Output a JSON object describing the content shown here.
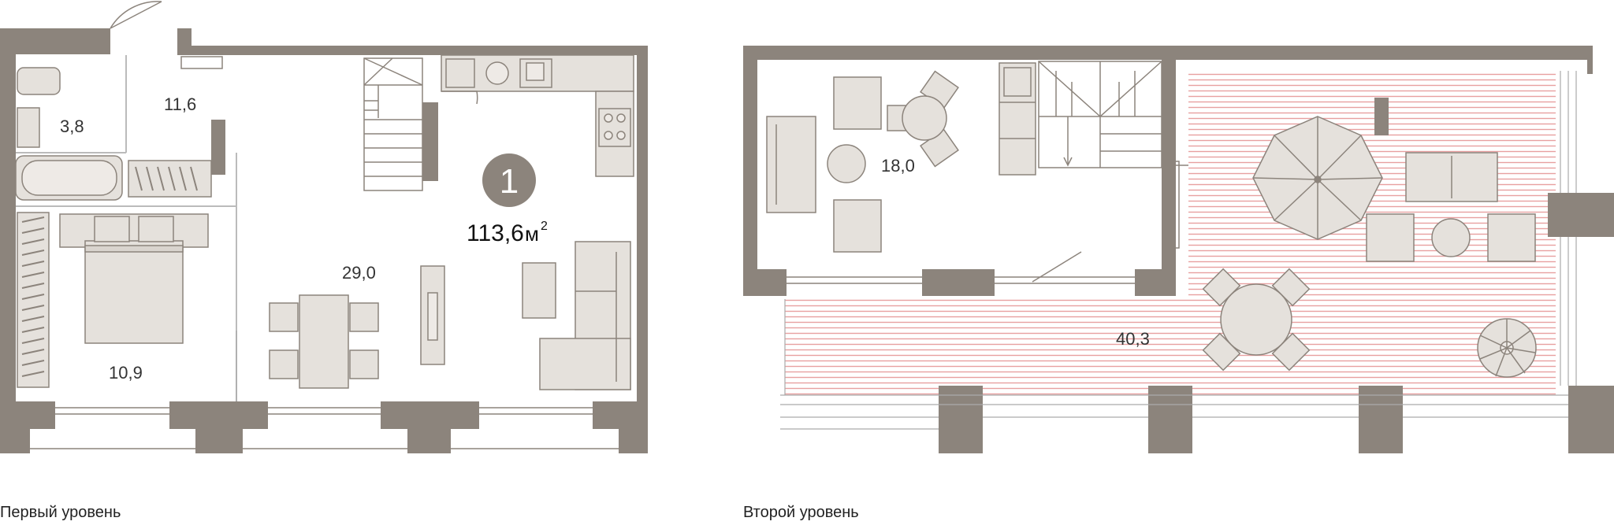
{
  "colors": {
    "wall": "#8c847c",
    "furniture_fill": "#e5e1dc",
    "furniture_stroke": "#8c847c",
    "terrace_stripe": "#e8a0a0",
    "badge": "#8c847c"
  },
  "apartment": {
    "number": "1",
    "total_area": "113,6",
    "unit": "м",
    "unit_sup": "2"
  },
  "level1": {
    "caption": "Первый уровень",
    "rooms": {
      "bathroom": "3,8",
      "hallway": "11,6",
      "bedroom": "10,9",
      "living": "29,0"
    }
  },
  "level2": {
    "caption": "Второй уровень",
    "rooms": {
      "room": "18,0",
      "terrace": "40,3"
    }
  }
}
